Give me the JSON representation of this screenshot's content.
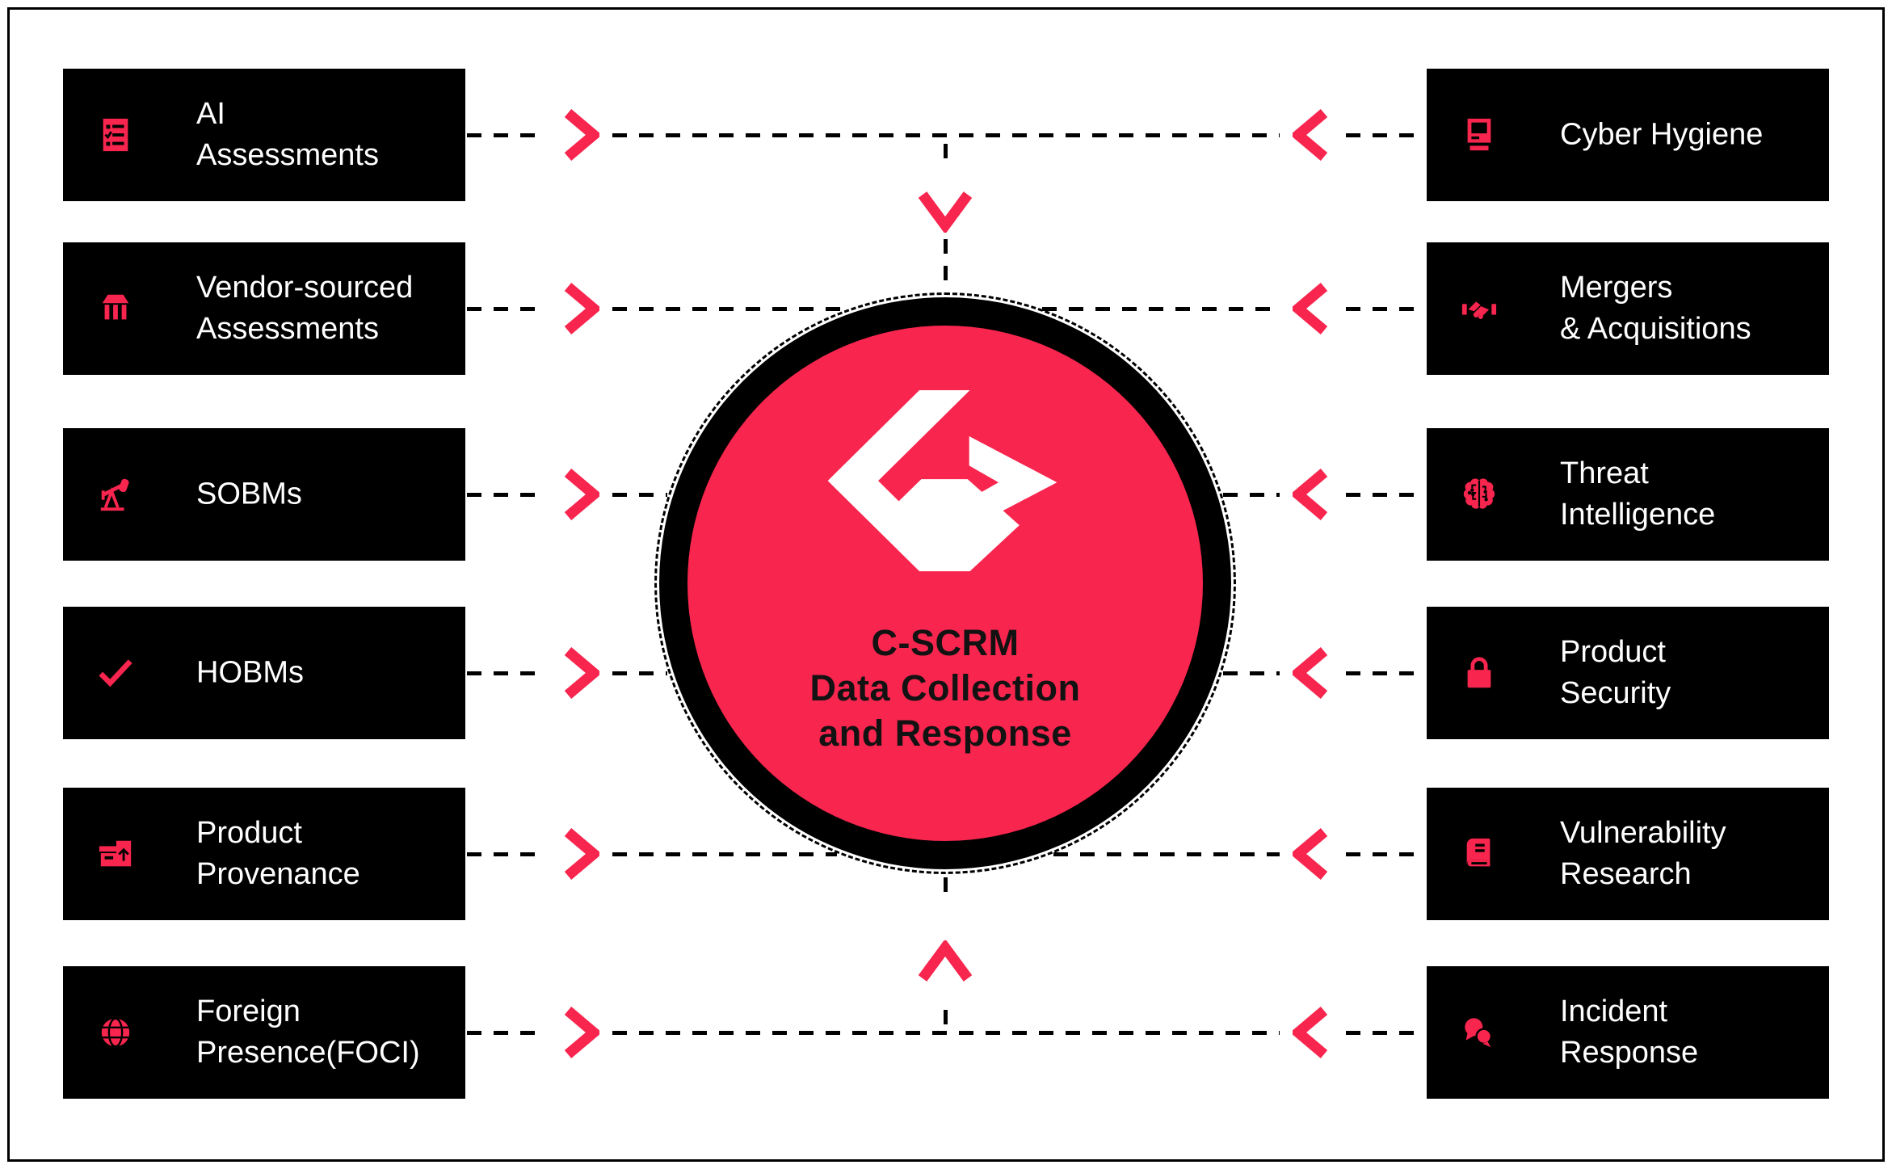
{
  "diagram_title": "C-SCRM Data Collection and Response",
  "center": {
    "logo_icon": "fortress-chevrons-logo",
    "label_lines": [
      "C-SCRM",
      "Data Collection",
      "and Response"
    ]
  },
  "left_items": [
    {
      "icon": "checklist-icon",
      "label_lines": [
        "AI",
        "Assessments"
      ]
    },
    {
      "icon": "storefront-icon",
      "label_lines": [
        "Vendor-sourced",
        "Assessments"
      ]
    },
    {
      "icon": "pumpjack-icon",
      "label_lines": [
        "SOBMs"
      ]
    },
    {
      "icon": "checkmark-icon",
      "label_lines": [
        "HOBMs"
      ]
    },
    {
      "icon": "package-icon",
      "label_lines": [
        "Product",
        "Provenance"
      ]
    },
    {
      "icon": "globe-icon",
      "label_lines": [
        "Foreign",
        "Presence(FOCI)"
      ]
    }
  ],
  "right_items": [
    {
      "icon": "computer-icon",
      "label_lines": [
        "Cyber Hygiene"
      ]
    },
    {
      "icon": "handshake-icon",
      "label_lines": [
        "Mergers",
        "& Acquisitions"
      ]
    },
    {
      "icon": "brain-circuit-icon",
      "label_lines": [
        "Threat",
        "Intelligence"
      ]
    },
    {
      "icon": "lock-icon",
      "label_lines": [
        "Product",
        "Security"
      ]
    },
    {
      "icon": "book-icon",
      "label_lines": [
        "Vulnerability",
        "Research"
      ]
    },
    {
      "icon": "chat-bubbles-icon",
      "label_lines": [
        "Incident",
        "Response"
      ]
    }
  ],
  "colors": {
    "accent": "#F8254E",
    "box_background": "#000000",
    "box_text": "#FFFFFF",
    "center_text": "#121212",
    "connector": "#000000",
    "background": "#FFFFFF"
  }
}
